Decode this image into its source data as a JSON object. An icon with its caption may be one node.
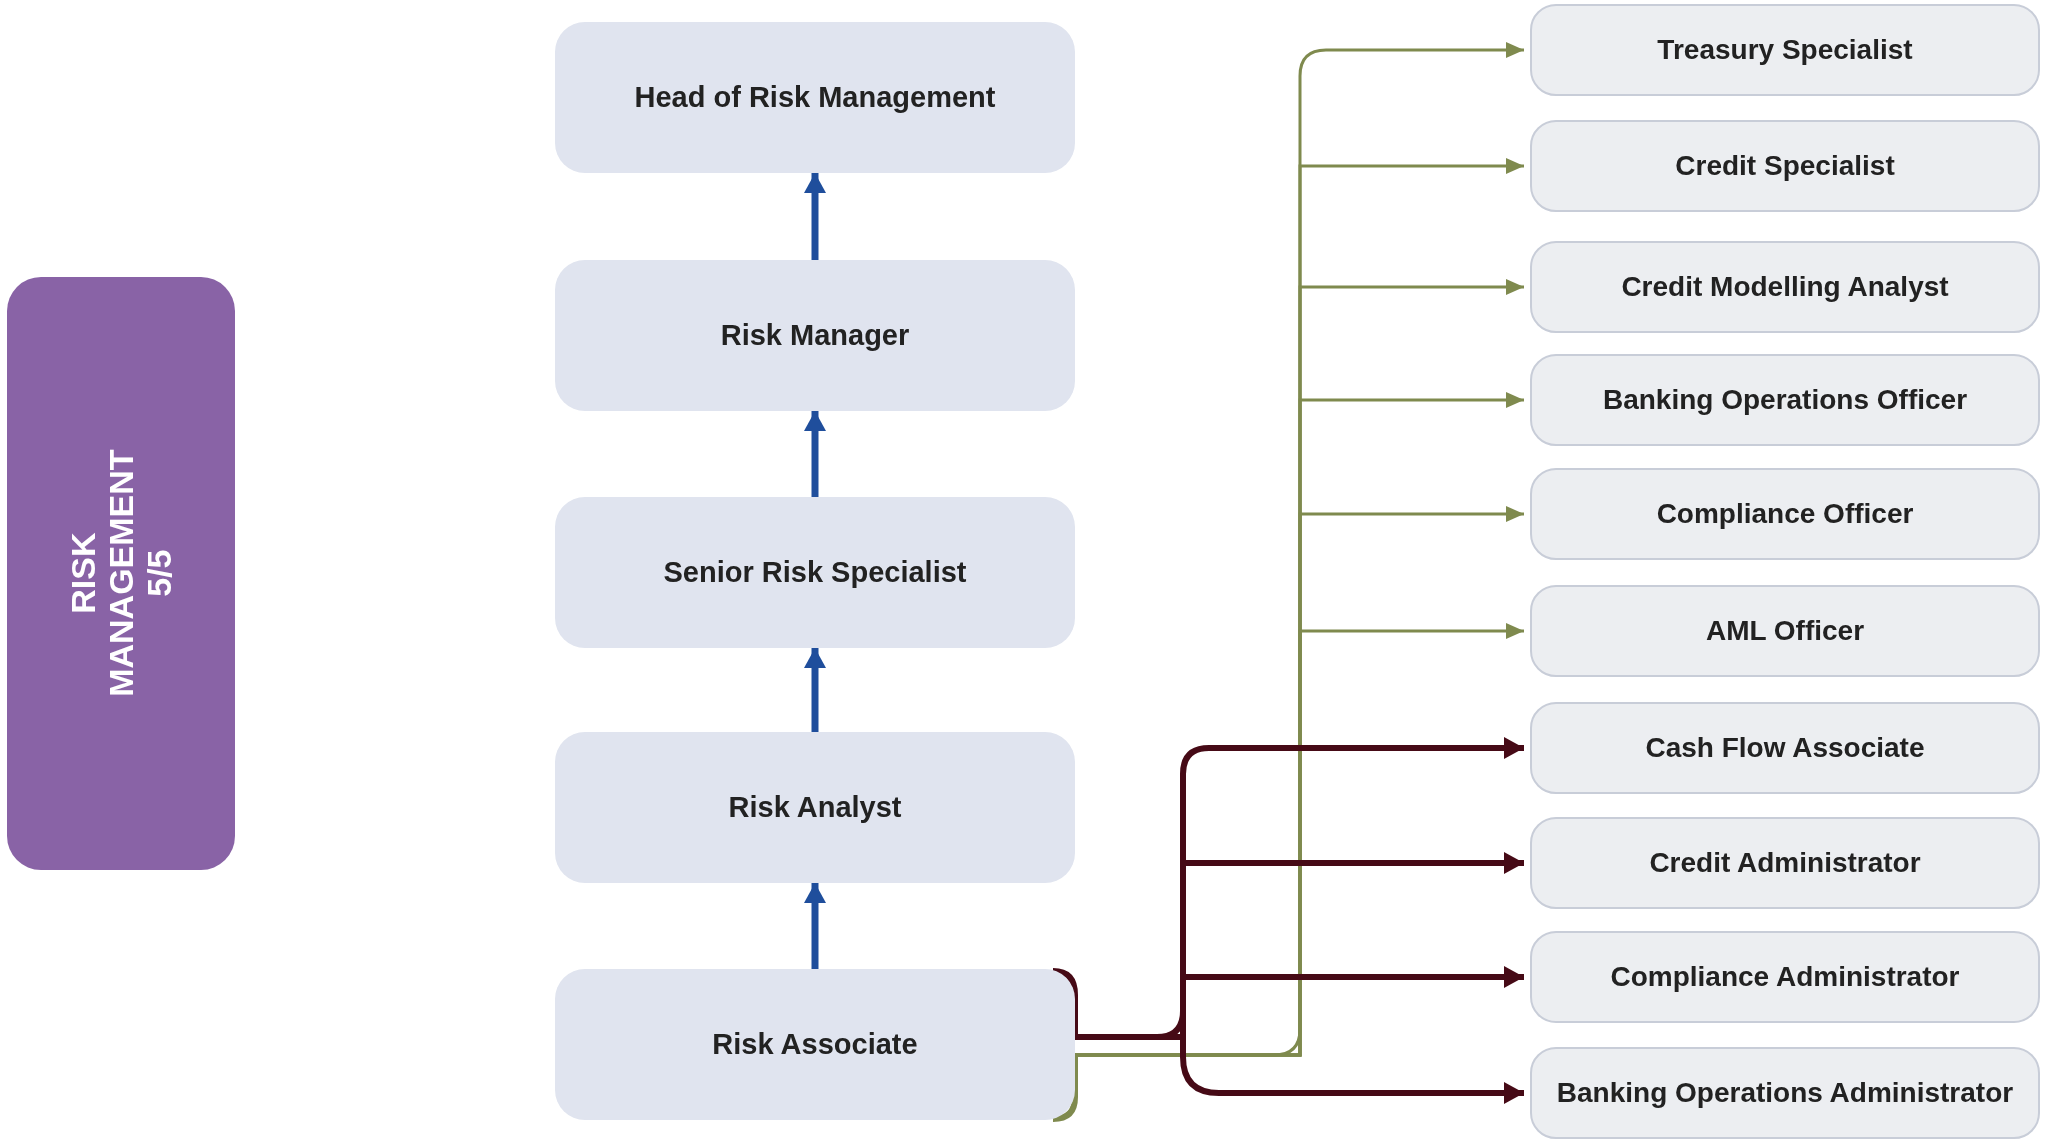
{
  "diagram": {
    "nodes": [
      {
        "text": [
          "RISK MANAGEMENT 5/5"
        ]
      },
      {
        "text": [
          "Head of Risk Management"
        ]
      },
      {
        "text": [
          "Risk Manager"
        ]
      },
      {
        "text": [
          "Senior Risk Specialist"
        ]
      },
      {
        "text": [
          "Risk Analyst"
        ]
      },
      {
        "text": [
          "Risk Associate"
        ]
      },
      {
        "text": [
          "Treasury Specialist"
        ]
      },
      {
        "text": [
          "Credit Specialist"
        ]
      },
      {
        "text": [
          "Credit Modelling Analyst"
        ]
      },
      {
        "text": [
          "Banking Operations Officer"
        ]
      },
      {
        "text": [
          "Compliance Officer"
        ]
      },
      {
        "text": [
          "AML Officer"
        ]
      },
      {
        "text": [
          "Cash Flow Associate"
        ]
      },
      {
        "text": [
          "Credit Administrator"
        ]
      },
      {
        "text": [
          "Compliance Administrator"
        ]
      },
      {
        "text": [
          "Banking Operations Administrator"
        ]
      }
    ],
    "edges": [
      {
        "from": 5,
        "to": 4,
        "arrow": "to",
        "color": "#1f4e9c"
      },
      {
        "from": 4,
        "to": 3,
        "arrow": "to",
        "color": "#1f4e9c"
      },
      {
        "from": 3,
        "to": 2,
        "arrow": "to",
        "color": "#1f4e9c"
      },
      {
        "from": 2,
        "to": 1,
        "arrow": "to",
        "color": "#1f4e9c"
      },
      {
        "from": 5,
        "to": 6,
        "arrow": "to",
        "color": "#7f8a4e"
      },
      {
        "from": 5,
        "to": 7,
        "arrow": "to",
        "color": "#7f8a4e"
      },
      {
        "from": 5,
        "to": 8,
        "arrow": "to",
        "color": "#7f8a4e"
      },
      {
        "from": 5,
        "to": 9,
        "arrow": "to",
        "color": "#7f8a4e"
      },
      {
        "from": 5,
        "to": 10,
        "arrow": "to",
        "color": "#7f8a4e"
      },
      {
        "from": 5,
        "to": 11,
        "arrow": "to",
        "color": "#7f8a4e"
      },
      {
        "from": 5,
        "to": 12,
        "arrow": "to",
        "color": "#460a16"
      },
      {
        "from": 5,
        "to": 13,
        "arrow": "to",
        "color": "#460a16"
      },
      {
        "from": 5,
        "to": 14,
        "arrow": "to",
        "color": "#460a16"
      },
      {
        "from": 5,
        "to": 15,
        "arrow": "to",
        "color": "#460a16"
      }
    ]
  }
}
